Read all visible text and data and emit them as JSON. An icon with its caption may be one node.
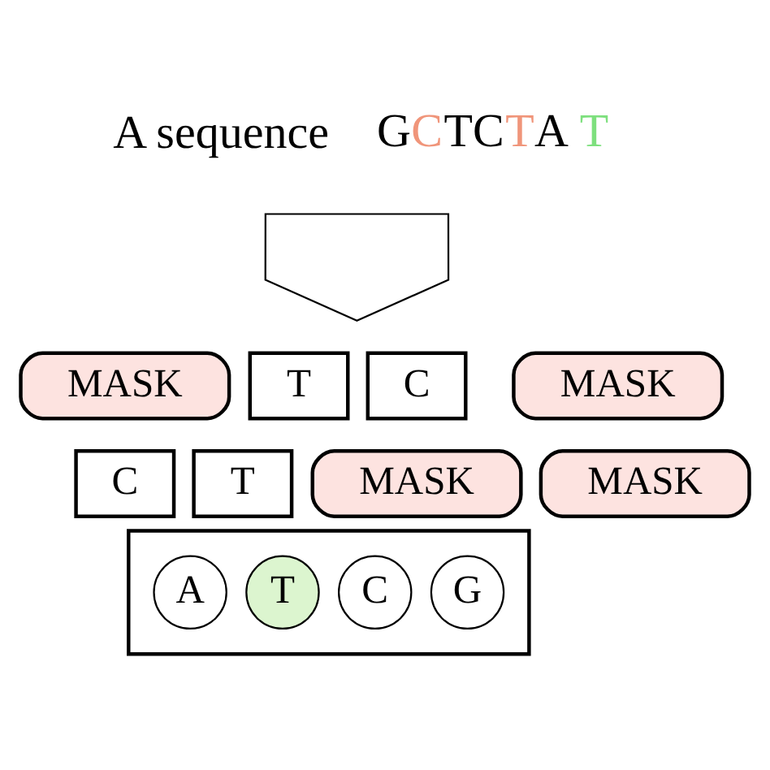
{
  "diagram": {
    "nodes": [
      {
        "text": [],
        "shape": "arrow"
      },
      {
        "text": [
          "MASK"
        ]
      },
      {
        "text": [
          "T"
        ]
      },
      {
        "text": [
          "C"
        ]
      },
      {
        "text": [
          "MASK"
        ]
      },
      {
        "text": [
          "C"
        ]
      },
      {
        "text": [
          "T"
        ]
      },
      {
        "text": [
          "MASK"
        ]
      },
      {
        "text": [
          "MASK"
        ]
      },
      {
        "text": [],
        "shape": "box"
      },
      {
        "text": [
          "A"
        ],
        "in": 9
      },
      {
        "text": [
          "T"
        ],
        "in": 9
      },
      {
        "text": [
          "C"
        ],
        "in": 9
      },
      {
        "text": [
          "G"
        ],
        "in": 9
      }
    ],
    "edges": [],
    "labels": [
      "A sequence",
      "GCTCTA T"
    ]
  }
}
